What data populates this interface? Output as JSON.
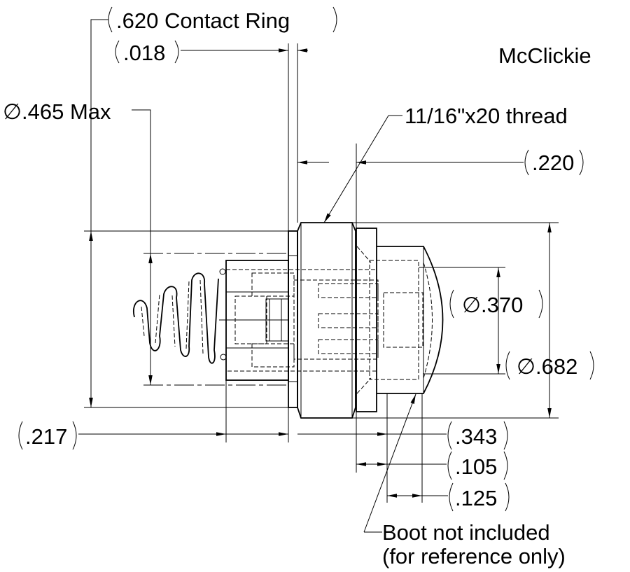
{
  "brand": "McClickie",
  "dimensions": {
    "contact_ring": ".620 Contact Ring",
    "ring_width": ".018",
    "max_diameter": ".465 Max",
    "thread": "11/16\"x20 thread",
    "d220": ".220",
    "d370": ".370",
    "d682": ".682",
    "d217": ".217",
    "d343": ".343",
    "d105": ".105",
    "d125": ".125"
  },
  "diameter_symbol": "∅",
  "note": {
    "line1": "Boot not included",
    "line2": "(for reference only)"
  }
}
